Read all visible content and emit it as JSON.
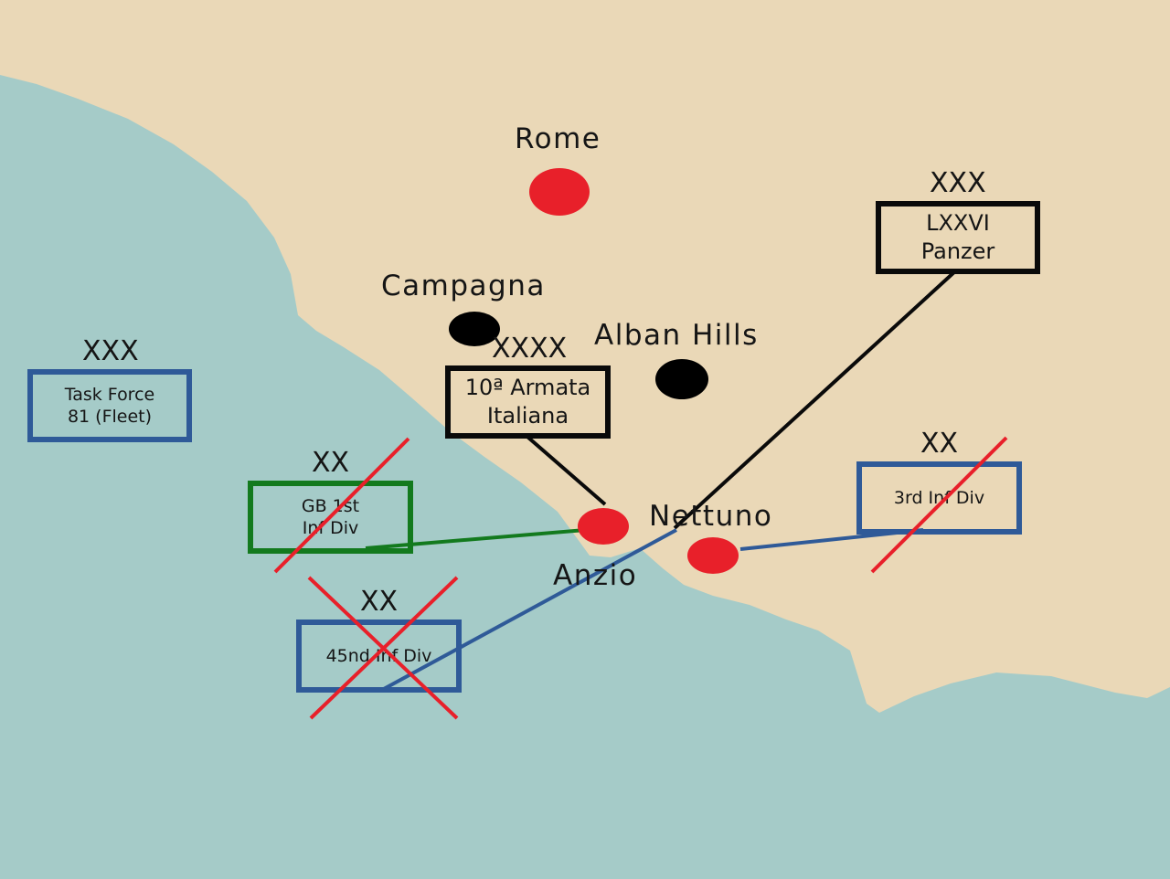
{
  "map": {
    "colors": {
      "sea": "#a5cbc8",
      "land": "#ead8b7",
      "city": "#e8202a",
      "landmark": "#000000",
      "axis": "#0a0a0a",
      "usa": "#2f5a98",
      "uk": "#137a1e",
      "eliminated": "#e8202a"
    },
    "places": {
      "rome": "Rome",
      "campagna": "Campagna",
      "alban_hills": "Alban Hills",
      "nettuno": "Nettuno",
      "anzio": "Anzio"
    },
    "units": {
      "task_force": {
        "echelon": "XXX",
        "label": "Task Force\n81 (Fleet)",
        "eliminated": false
      },
      "panzer": {
        "echelon": "XXX",
        "label": "LXXVI\nPanzer",
        "eliminated": false
      },
      "armata": {
        "echelon": "XXXX",
        "label": "10ª Armata\nItaliana",
        "eliminated": false
      },
      "gb_1st": {
        "echelon": "XX",
        "label": "GB 1st\nInf Div",
        "eliminated": true
      },
      "div_3rd": {
        "echelon": "XX",
        "label": "3rd Inf Div",
        "eliminated": true
      },
      "div_45nd": {
        "echelon": "XX",
        "label": "45nd Inf Div",
        "eliminated": true
      }
    }
  }
}
